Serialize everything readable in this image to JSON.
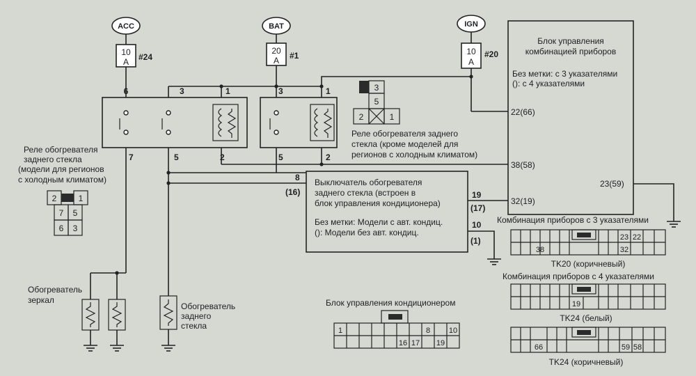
{
  "sources": {
    "acc": "ACC",
    "bat": "BAT",
    "ign": "IGN"
  },
  "fuses": {
    "acc": {
      "rating": "10",
      "unit": "A",
      "number": "#24"
    },
    "bat": {
      "rating": "20",
      "unit": "A",
      "number": "#1"
    },
    "ign": {
      "rating": "10",
      "unit": "A",
      "number": "#20"
    }
  },
  "relay_cold": {
    "title_lines": [
      "Реле обогревателя",
      "заднего стекла",
      "(модели для регионов",
      "с холодным климатом)"
    ],
    "pins": {
      "p6": "6",
      "p3": "3",
      "p1": "1",
      "p7": "7",
      "p5": "5",
      "p2": "2"
    },
    "connector": [
      "2",
      "1",
      "7",
      "5",
      "6",
      "3"
    ]
  },
  "relay_std": {
    "title_lines": [
      "Реле обогревателя заднего",
      "стекла (кроме моделей для",
      "регионов с холодным климатом)"
    ],
    "pins": {
      "p3": "3",
      "p1": "1",
      "p5": "5",
      "p2": "2"
    },
    "connector": [
      "3",
      "5",
      "2",
      "1"
    ]
  },
  "meter": {
    "title_lines": [
      "Блок управления",
      "комбинацией приборов"
    ],
    "note_lines": [
      "Без метки: с 3 указателями",
      "(): с 4 указателями"
    ],
    "pins": {
      "p22": "22(66)",
      "p38": "38(58)",
      "p23": "23(59)",
      "p32": "32(19)"
    }
  },
  "switch": {
    "title_lines": [
      "Выключатель обогревателя",
      "заднего стекла (встроен в",
      "блок управления кондиционера)"
    ],
    "note_lines": [
      "Без метки: Модели с авт. кондиц.",
      "(): Модели без авт. кондиц."
    ],
    "pins": {
      "p8": "8",
      "p16": "(16)",
      "p19": "19",
      "p17": "(17)",
      "p10": "10",
      "p1": "(1)"
    }
  },
  "heaters": {
    "mirror_lines": [
      "Обогреватель",
      "зеркал"
    ],
    "rear_lines": [
      "Обогреватель",
      "заднего",
      "стекла"
    ]
  },
  "ac_connector": {
    "title": "Блок управления кондиционером",
    "pins": [
      "1",
      "8",
      "10",
      "16",
      "17",
      "19"
    ]
  },
  "meter_connectors": {
    "tk20": {
      "heading": "Комбинация приборов с 3 указателями",
      "pins": [
        "23",
        "22",
        "38",
        "32"
      ],
      "caption": "TK20 (коричневый)"
    },
    "tk24w": {
      "heading": "Комбинация приборов с 4 указателями",
      "pins": [
        "19"
      ],
      "caption": "TK24 (белый)"
    },
    "tk24b": {
      "pins": [
        "66",
        "59",
        "58"
      ],
      "caption": "TK24 (коричневый)"
    }
  }
}
